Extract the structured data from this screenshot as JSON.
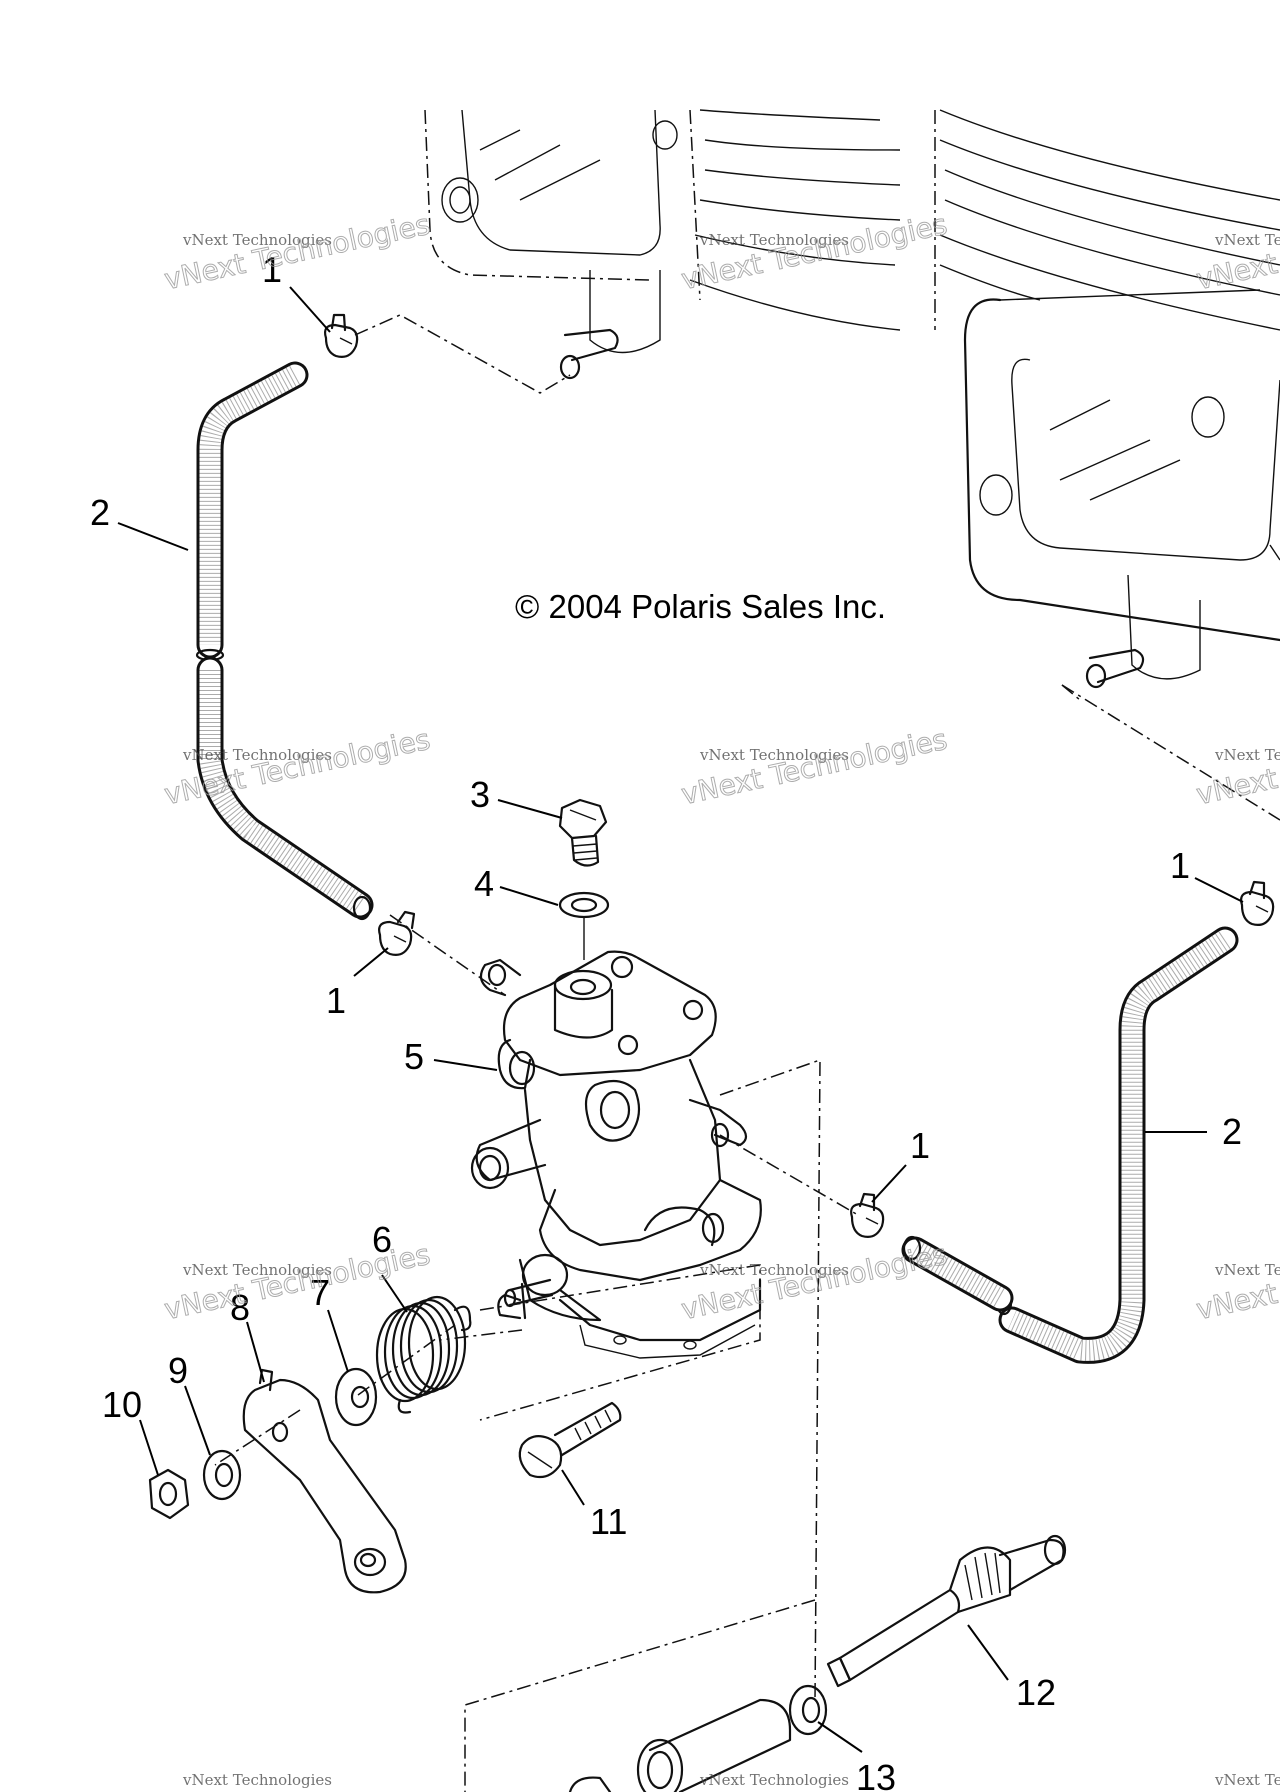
{
  "copyright": "© 2004 Polaris Sales Inc.",
  "watermark": {
    "line1": "vNext Technologies",
    "line2": "vNext Technologies"
  },
  "callouts": [
    {
      "id": "1",
      "part": "clamp"
    },
    {
      "id": "2",
      "part": "hose"
    },
    {
      "id": "3",
      "part": "bolt"
    },
    {
      "id": "4",
      "part": "washer"
    },
    {
      "id": "5",
      "part": "oil-pump"
    },
    {
      "id": "6",
      "part": "spring"
    },
    {
      "id": "7",
      "part": "washer"
    },
    {
      "id": "8",
      "part": "lever-pin"
    },
    {
      "id": "9",
      "part": "lock-washer"
    },
    {
      "id": "10",
      "part": "nut"
    },
    {
      "id": "11",
      "part": "screw"
    },
    {
      "id": "12",
      "part": "drive-gear-shaft"
    },
    {
      "id": "13",
      "part": "washer"
    }
  ]
}
